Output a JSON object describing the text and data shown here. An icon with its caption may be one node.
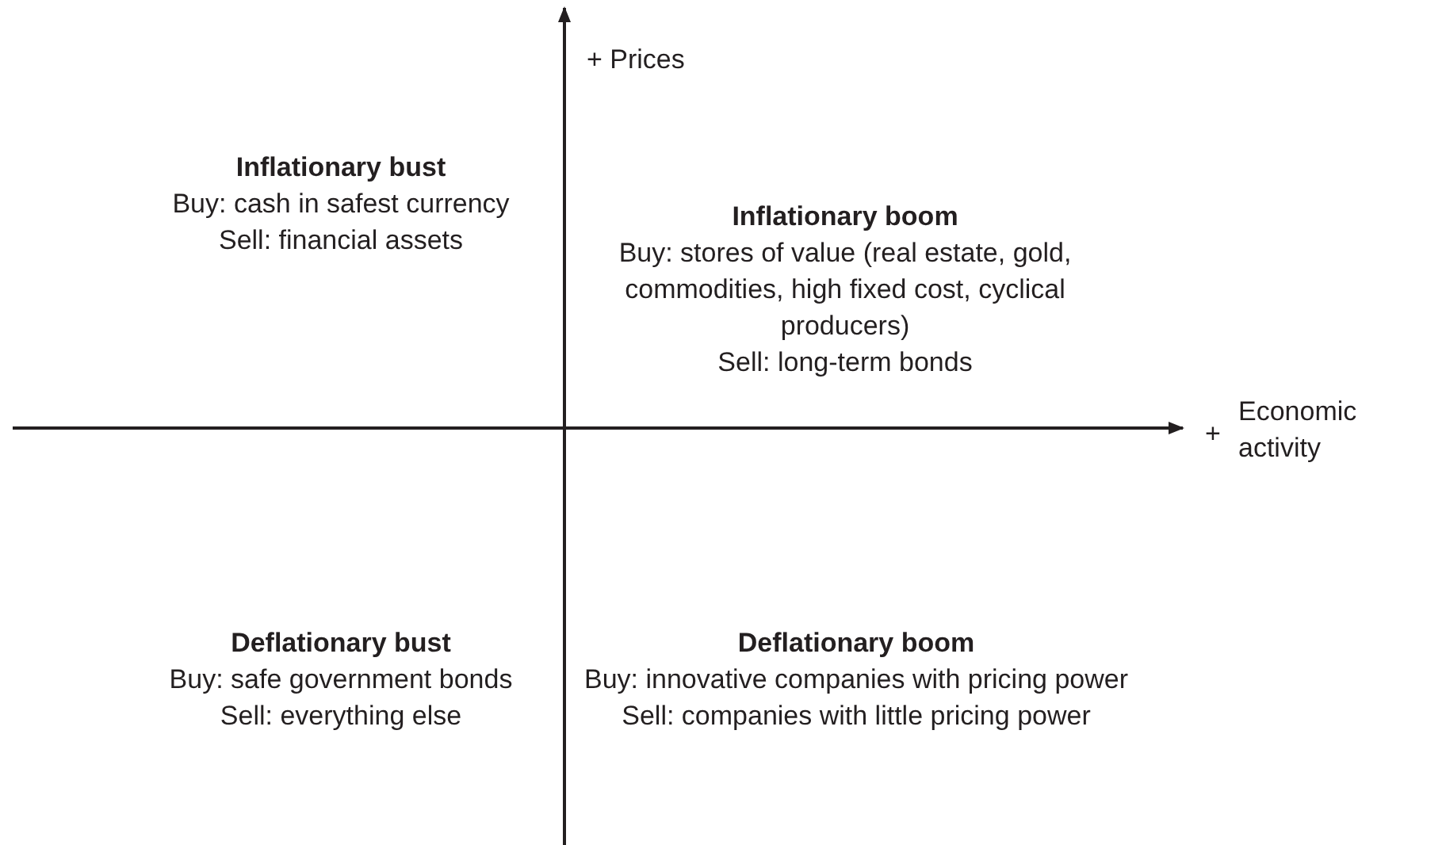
{
  "diagram": {
    "labels": [
      "+ Prices",
      "Inflationary bust",
      "Buy: cash in safest currency",
      "Sell: financial assets",
      "Inflationary boom",
      "Buy: stores of value (real estate, gold, commodities, high fixed cost, cyclical producers)",
      "Sell: long-term bonds",
      "+",
      "Economic activity",
      "Deflationary bust",
      "Buy: safe government bonds",
      "Sell: everything else",
      "Deflationary boom",
      "Buy: innovative companies with pricing power",
      "Sell: companies with little pricing power"
    ]
  }
}
